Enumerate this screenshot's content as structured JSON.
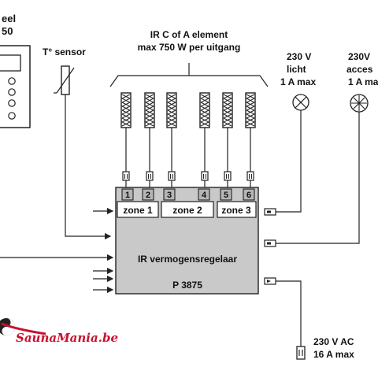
{
  "panel": {
    "title_line1": "eel",
    "title_line2": "50"
  },
  "sensor": {
    "label": "T° sensor"
  },
  "elements": {
    "label_line1": "IR C of A element",
    "label_line2": "max 750 W per uitgang"
  },
  "light": {
    "line1": "230 V",
    "line2": "licht",
    "line3": "1 A max"
  },
  "accessory": {
    "line1": "230V",
    "line2": "acces",
    "line3": "1 A ma"
  },
  "controller": {
    "name": "IR vermogensregelaar",
    "model": "P 3875",
    "terminals": [
      "1",
      "2",
      "3",
      "4",
      "5",
      "6"
    ],
    "zones": [
      "zone 1",
      "zone 2",
      "zone 3"
    ]
  },
  "supply": {
    "line1": "230 V AC",
    "line2": "16 A max"
  },
  "logo": {
    "text": "SaunaMania.be"
  },
  "colors": {
    "controller_fill": "#c9c9c9",
    "terminal_fill": "#b5b5b5",
    "logo_red": "#c8102e"
  }
}
